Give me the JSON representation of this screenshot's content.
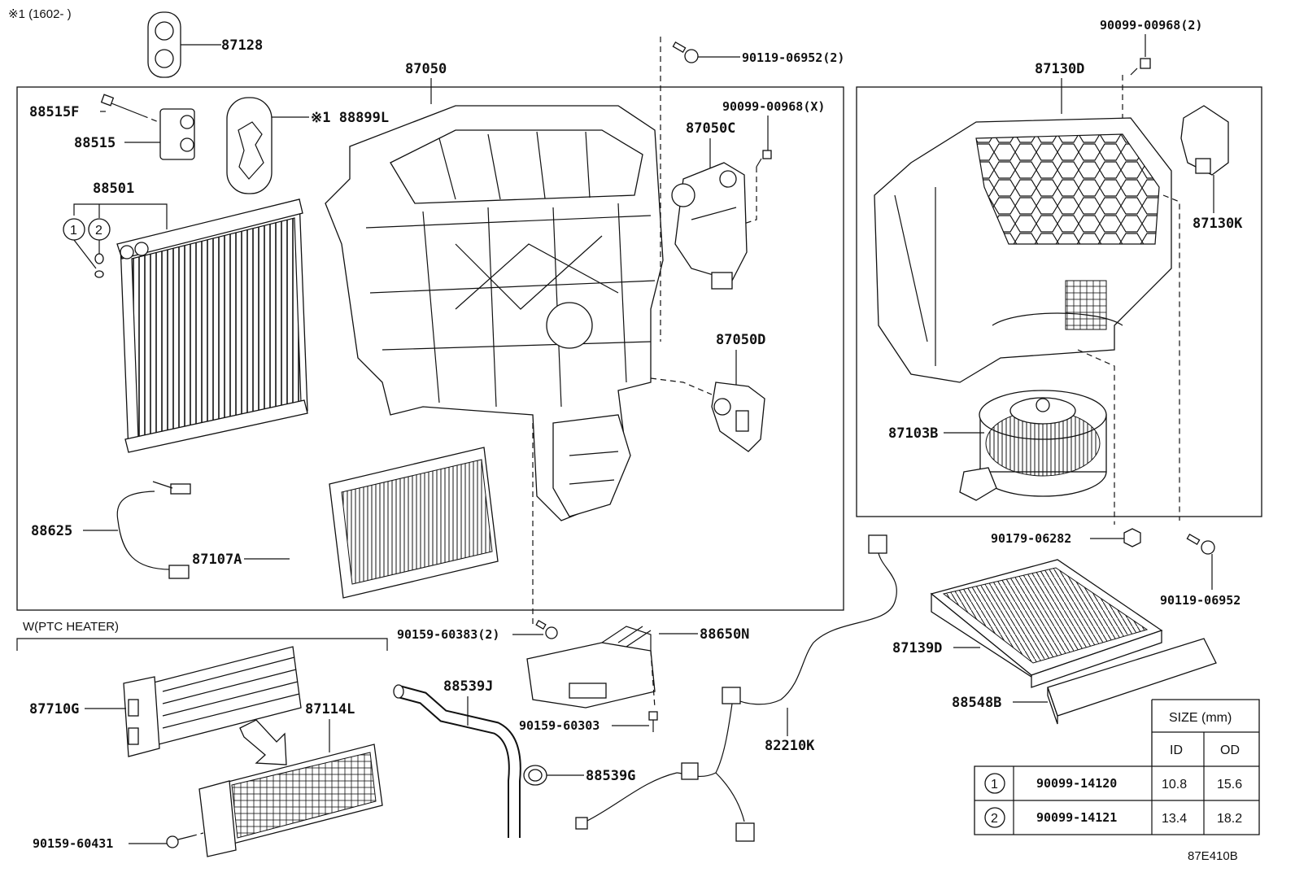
{
  "note_top": "※1 (1602-        )",
  "ptc_section": "W(PTC HEATER)",
  "ref_code": "87E410B",
  "labels": {
    "p87128": "87128",
    "p87050": "87050",
    "p90119_06952_2": "90119-06952(2)",
    "p90099_00968_2": "90099-00968(2)",
    "p87130D": "87130D",
    "p88515F": "88515F",
    "p88515": "88515",
    "p88899L": "※1 88899L",
    "p90099_00968_X": "90099-00968(X)",
    "p87050C": "87050C",
    "p88501": "88501",
    "c1": "1",
    "c2": "2",
    "p87130K": "87130K",
    "p87050D": "87050D",
    "p87103B": "87103B",
    "p88625": "88625",
    "p87107A": "87107A",
    "p90179_06282": "90179-06282",
    "p90119_06952": "90119-06952",
    "p90159_60383_2": "90159-60383(2)",
    "p88650N": "88650N",
    "p87139D": "87139D",
    "p87710G": "87710G",
    "p88539J": "88539J",
    "p87114L": "87114L",
    "p90159_60303": "90159-60303",
    "p82210K": "82210K",
    "p88548B": "88548B",
    "p88539G": "88539G",
    "p90159_60431": "90159-60431"
  },
  "size_table": {
    "title": "SIZE (mm)",
    "headers": [
      "ID",
      "OD"
    ],
    "rows": [
      {
        "mark": "1",
        "part": "90099-14120",
        "id": "10.8",
        "od": "15.6"
      },
      {
        "mark": "2",
        "part": "90099-14121",
        "id": "13.4",
        "od": "18.2"
      }
    ]
  }
}
